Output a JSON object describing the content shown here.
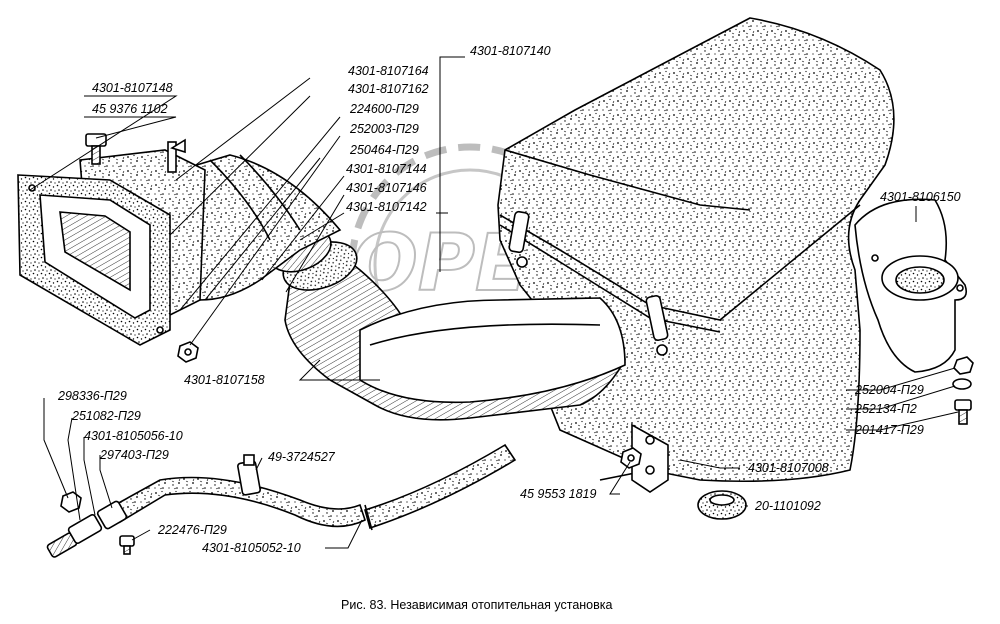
{
  "caption": "Рис. 83. Независимая отопительная установка",
  "watermark": "OPEX",
  "labels": [
    {
      "id": "l-4301-8107148",
      "text": "4301-8107148"
    },
    {
      "id": "l-459376",
      "text": "45 9376 1102"
    },
    {
      "id": "l-4301-8107164",
      "text": "4301-8107164"
    },
    {
      "id": "l-4301-8107162",
      "text": "4301-8107162"
    },
    {
      "id": "l-224600",
      "text": "224600-П29"
    },
    {
      "id": "l-252003",
      "text": "252003-П29"
    },
    {
      "id": "l-250464",
      "text": "250464-П29"
    },
    {
      "id": "l-4301-8107144",
      "text": "4301-8107144"
    },
    {
      "id": "l-4301-8107146",
      "text": "4301-8107146"
    },
    {
      "id": "l-4301-8107142",
      "text": "4301-8107142"
    },
    {
      "id": "l-4301-8107140",
      "text": "4301-8107140"
    },
    {
      "id": "l-4301-8107158",
      "text": "4301-8107158"
    },
    {
      "id": "l-4301-8106150",
      "text": "4301-8106150"
    },
    {
      "id": "l-252004",
      "text": "252004-П29"
    },
    {
      "id": "l-252134",
      "text": "252134-П2"
    },
    {
      "id": "l-201417",
      "text": "201417-П29"
    },
    {
      "id": "l-4301-8107008",
      "text": "4301-8107008"
    },
    {
      "id": "l-459553",
      "text": "45 9553 1819"
    },
    {
      "id": "l-20-1101092",
      "text": "20-1101092"
    },
    {
      "id": "l-298336",
      "text": "298336-П29"
    },
    {
      "id": "l-251082",
      "text": "251082-П29"
    },
    {
      "id": "l-4301-8105056",
      "text": "4301-8105056-10"
    },
    {
      "id": "l-297403",
      "text": "297403-П29"
    },
    {
      "id": "l-49-3724527",
      "text": "49-3724527"
    },
    {
      "id": "l-222476",
      "text": "222476-П29"
    },
    {
      "id": "l-4301-8105052",
      "text": "4301-8105052-10"
    }
  ]
}
